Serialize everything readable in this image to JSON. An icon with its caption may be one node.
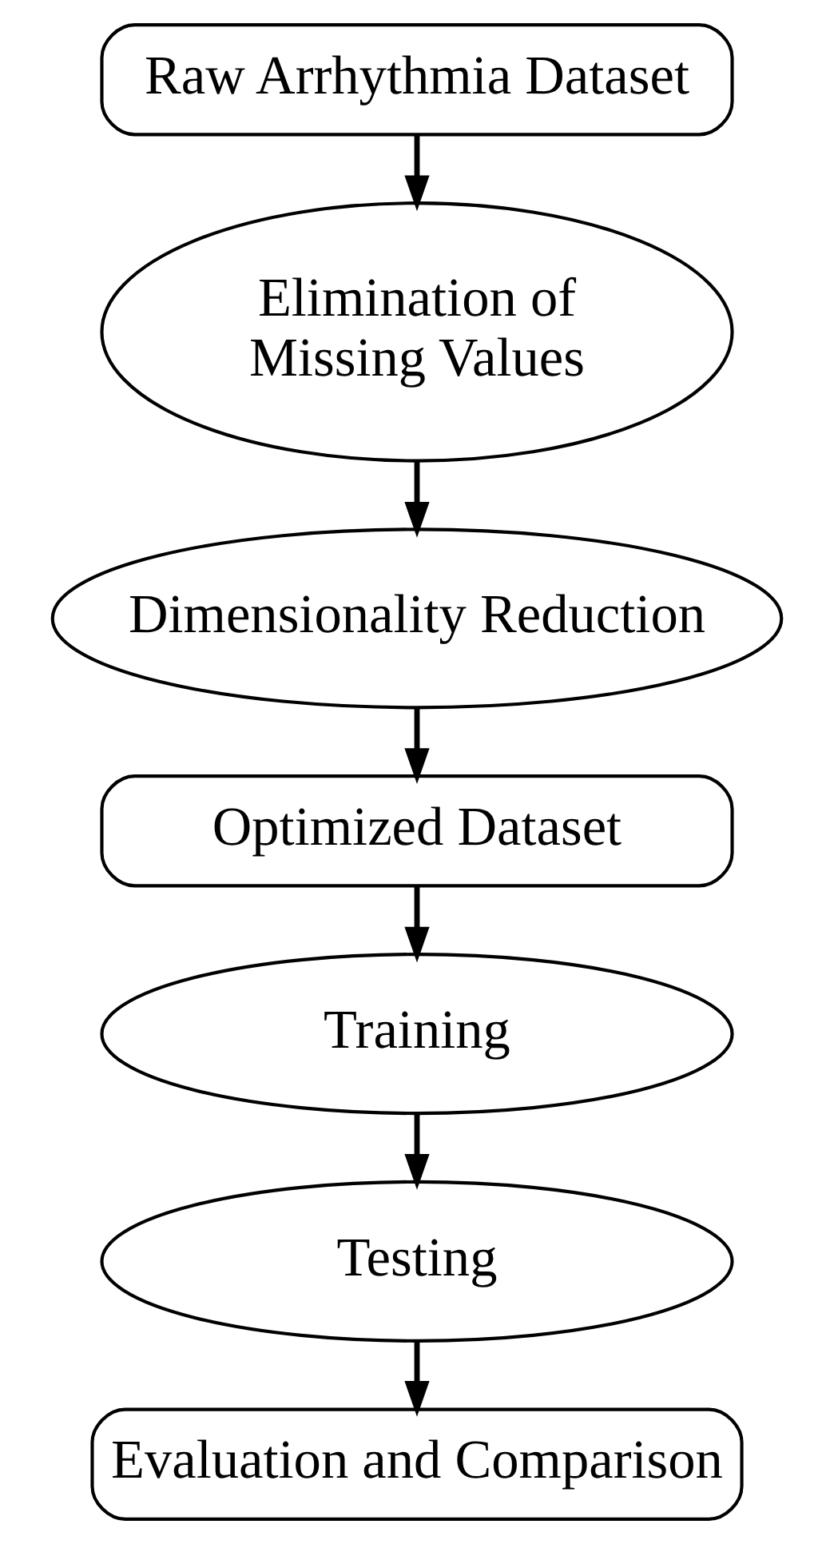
{
  "diagram": {
    "nodes": [
      {
        "text": [
          "Raw Arrhythmia Dataset"
        ]
      },
      {
        "text": [
          "Elimination of Missing Values"
        ]
      },
      {
        "text": [
          "Dimensionality Reduction"
        ]
      },
      {
        "text": [
          "Optimized Dataset"
        ]
      },
      {
        "text": [
          "Training"
        ]
      },
      {
        "text": [
          "Testing"
        ]
      },
      {
        "text": [
          "Evaluation and Comparison"
        ]
      }
    ],
    "edges": [
      {
        "from": 0,
        "to": 1,
        "arrow": "to"
      },
      {
        "from": 1,
        "to": 2,
        "arrow": "to"
      },
      {
        "from": 2,
        "to": 3,
        "arrow": "to"
      },
      {
        "from": 3,
        "to": 4,
        "arrow": "to"
      },
      {
        "from": 4,
        "to": 5,
        "arrow": "to"
      },
      {
        "from": 5,
        "to": 6,
        "arrow": "to"
      }
    ]
  }
}
